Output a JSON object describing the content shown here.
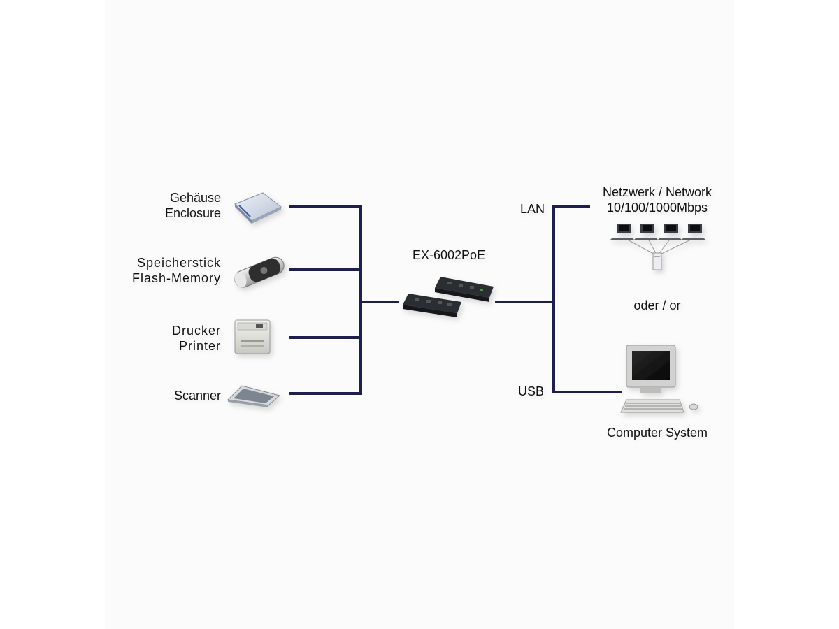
{
  "devices_left": [
    {
      "line1": "Gehäuse",
      "line2": "Enclosure",
      "icon": "enclosure-icon"
    },
    {
      "line1": "Speicherstick",
      "line2": "Flash-Memory",
      "icon": "usb-stick-icon"
    },
    {
      "line1": "Drucker",
      "line2": "Printer",
      "icon": "printer-icon"
    },
    {
      "line1": "Scanner",
      "line2": "",
      "icon": "scanner-icon"
    }
  ],
  "hub": {
    "title": "EX-6002PoE",
    "icon": "usb-hub-icon"
  },
  "lan": {
    "label": "LAN",
    "network_line1": "Netzwerk / Network",
    "network_line2": "10/100/1000Mbps",
    "icon": "network-computers-icon"
  },
  "separator": "oder / or",
  "usb": {
    "label": "USB",
    "computer_label": "Computer System",
    "icon": "desktop-computer-icon"
  },
  "colors": {
    "line": "#1e1f4e",
    "background": "#fbfbfb"
  }
}
